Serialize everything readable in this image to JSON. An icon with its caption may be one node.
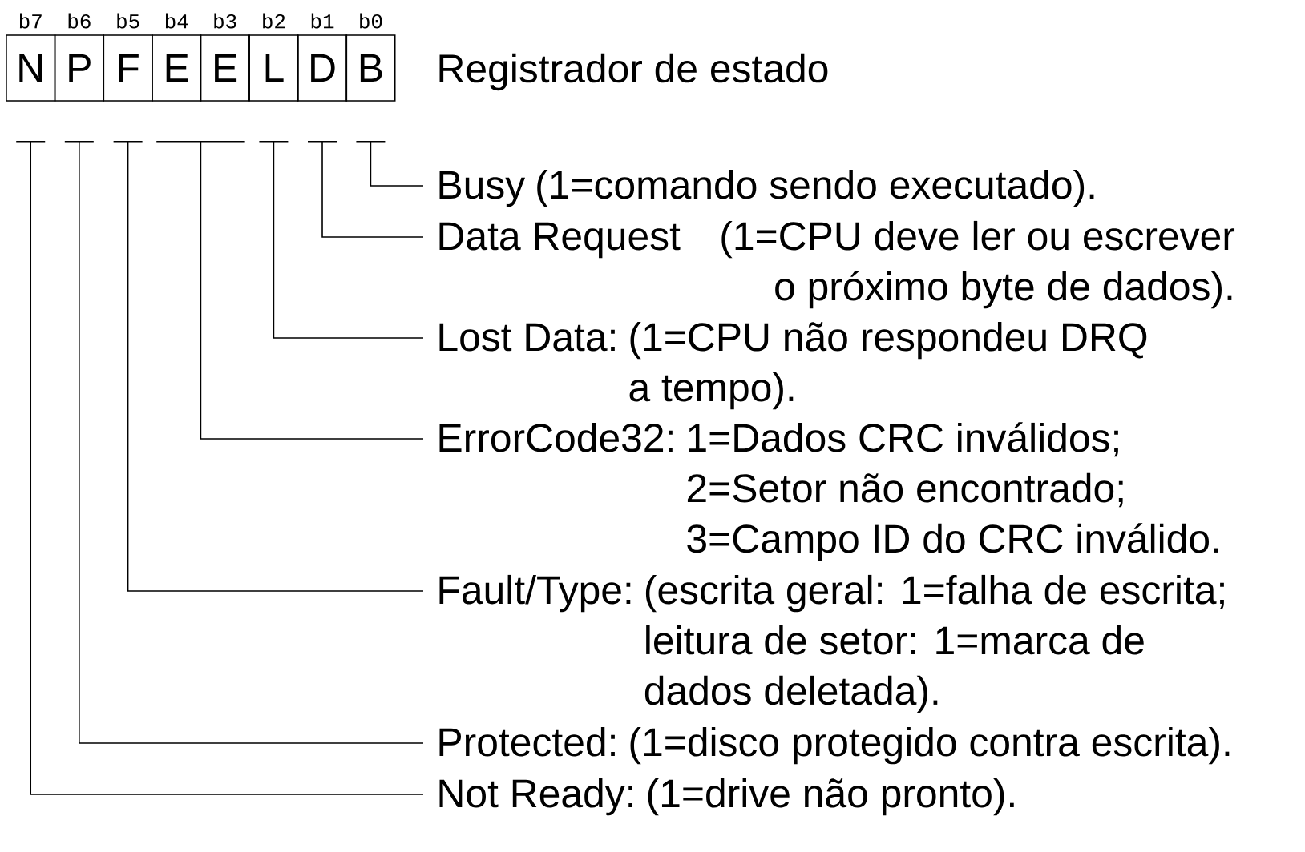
{
  "diagram": {
    "nodes": [
      {
        "text": [
          "N"
        ],
        "beside": [
          "b7"
        ]
      },
      {
        "text": [
          "P"
        ],
        "beside": [
          "b6"
        ]
      },
      {
        "text": [
          "F"
        ],
        "beside": [
          "b5"
        ]
      },
      {
        "text": [
          "E"
        ],
        "beside": [
          "b4"
        ]
      },
      {
        "text": [
          "E"
        ],
        "beside": [
          "b3"
        ]
      },
      {
        "text": [
          "L"
        ],
        "beside": [
          "b2"
        ]
      },
      {
        "text": [
          "D"
        ],
        "beside": [
          "b1"
        ]
      },
      {
        "text": [
          "B"
        ],
        "beside": [
          "b0"
        ]
      },
      {
        "text": [
          "Busy",
          "(1=comando sendo executado)."
        ]
      },
      {
        "text": [
          "Data Request",
          "(1=CPU deve ler ou escrever o próximo byte de dados)."
        ]
      },
      {
        "text": [
          "Lost Data:",
          "(1=CPU não respondeu DRQ a tempo)."
        ]
      },
      {
        "text": [
          "ErrorCode32:",
          "1=Dados CRC inválidos; 2=Setor não encontrado; 3=Campo ID do CRC inválido."
        ]
      },
      {
        "text": [
          "Fault/Type:",
          "(escrita geral: 1=falha de escrita; leitura de setor: 1=marca de dados deletada)."
        ]
      },
      {
        "text": [
          "Protected:",
          "(1=disco protegido contra escrita)."
        ]
      },
      {
        "text": [
          "Not Ready:",
          "(1=drive não pronto)."
        ]
      }
    ],
    "edges": [
      {
        "from": 7,
        "to": 8,
        "arrow": "none"
      },
      {
        "from": 6,
        "to": 9,
        "arrow": "none"
      },
      {
        "from": 5,
        "to": 10,
        "arrow": "none"
      },
      {
        "from": 4,
        "to": 11,
        "arrow": "none"
      },
      {
        "from": 3,
        "to": 11,
        "arrow": "none"
      },
      {
        "from": 2,
        "to": 12,
        "arrow": "none"
      },
      {
        "from": 1,
        "to": 13,
        "arrow": "none"
      },
      {
        "from": 0,
        "to": 14,
        "arrow": "none"
      }
    ],
    "labels": [
      "Registrador de estado"
    ]
  }
}
